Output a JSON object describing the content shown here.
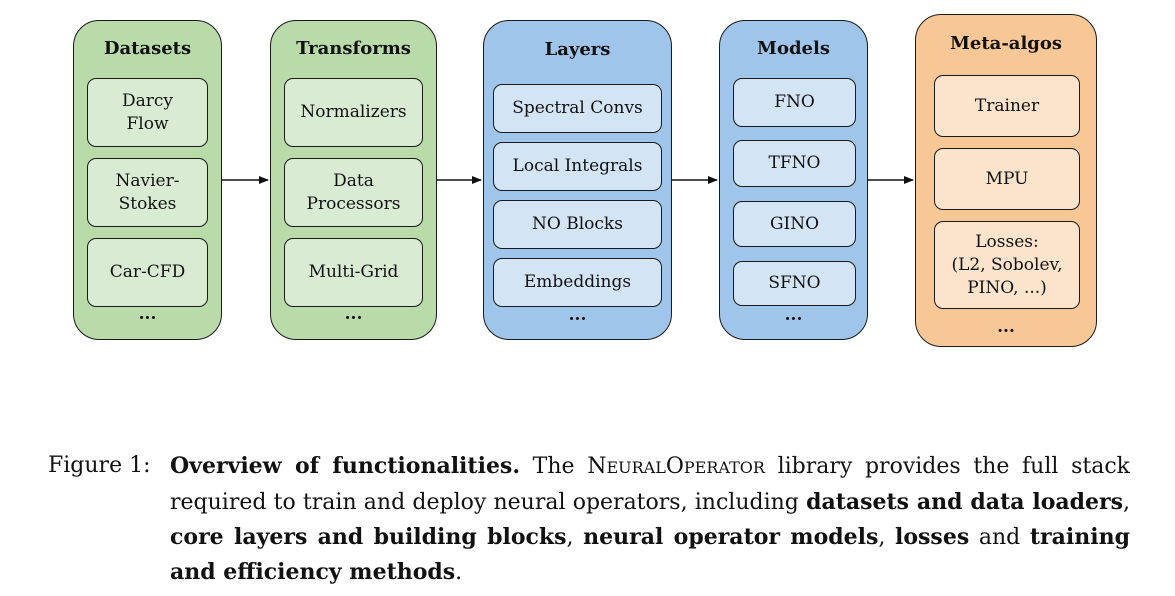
{
  "groups": {
    "datasets": {
      "title": "Datasets",
      "items": [
        "Darcy Flow",
        "Navier-Stokes",
        "Car-CFD"
      ],
      "more": "..."
    },
    "transforms": {
      "title": "Transforms",
      "items": [
        "Normalizers",
        "Data Processors",
        "Multi-Grid"
      ],
      "more": "..."
    },
    "layers": {
      "title": "Layers",
      "items": [
        "Spectral Convs",
        "Local Integrals",
        "NO Blocks",
        "Embeddings"
      ],
      "more": "..."
    },
    "models": {
      "title": "Models",
      "items": [
        "FNO",
        "TFNO",
        "GINO",
        "SFNO"
      ],
      "more": "..."
    },
    "meta": {
      "title": "Meta-algos",
      "items": [
        "Trainer",
        "MPU",
        "Losses:",
        "(L2, Sobolev,",
        "PINO, ...)"
      ],
      "more": "..."
    }
  },
  "caption": {
    "label": "Figure 1:",
    "bold_lead": "Overview of functionalities.",
    "t1": "The",
    "lib_1": "N",
    "lib_2": "EURAL",
    "lib_3": "O",
    "lib_4": "PERATOR",
    "t2": "library provides the full stack required to train and deploy neural operators, including",
    "b1": "datasets and data loaders",
    "t3": ",",
    "b2": "core layers and building blocks",
    "t4": ",",
    "b3": "neural operator models",
    "t5": ",",
    "b4": "losses",
    "t6": "and",
    "b5": "training and efficiency methods",
    "t7": "."
  },
  "colors": {
    "green_group": "#b8dba9",
    "green_item": "#d9ebd3",
    "blue_group": "#9fc6ea",
    "blue_item": "#d3e4f5",
    "orange_group": "#f8c796",
    "orange_item": "#fbe3cc"
  }
}
